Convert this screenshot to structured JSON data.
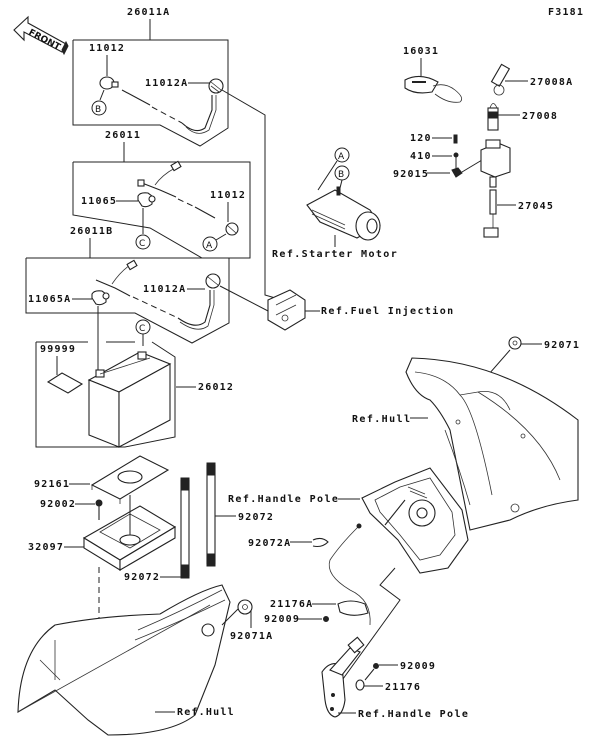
{
  "figure_id": "F3181",
  "front_arrow": "FRONT",
  "circle_markers": {
    "a": "A",
    "b": "B",
    "c": "C"
  },
  "parts": {
    "p26011A": "26011A",
    "p11012_top": "11012",
    "p11012A_top": "11012A",
    "p26011": "26011",
    "p11065": "11065",
    "p11012_mid": "11012",
    "p26011B": "26011B",
    "p11065A": "11065A",
    "p11012A_mid": "11012A",
    "p99999": "99999",
    "p26012": "26012",
    "p92161": "92161",
    "p92002": "92002",
    "p32097": "32097",
    "p92072_left": "92072",
    "p92072_right": "92072",
    "p92072A": "92072A",
    "p92071A": "92071A",
    "p16031": "16031",
    "p27008A": "27008A",
    "p27008": "27008",
    "p120": "120",
    "p410": "410",
    "p92015": "92015",
    "p27045": "27045",
    "p92071": "92071",
    "p21176A": "21176A",
    "p92009_a": "92009",
    "p92009_b": "92009",
    "p21176": "21176"
  },
  "references": {
    "starter_motor": "Ref.Starter Motor",
    "fuel_injection": "Ref.Fuel Injection",
    "hull_right": "Ref.Hull",
    "handle_pole_top": "Ref.Handle Pole",
    "hull_bottom": "Ref.Hull",
    "handle_pole_bottom": "Ref.Handle Pole"
  }
}
